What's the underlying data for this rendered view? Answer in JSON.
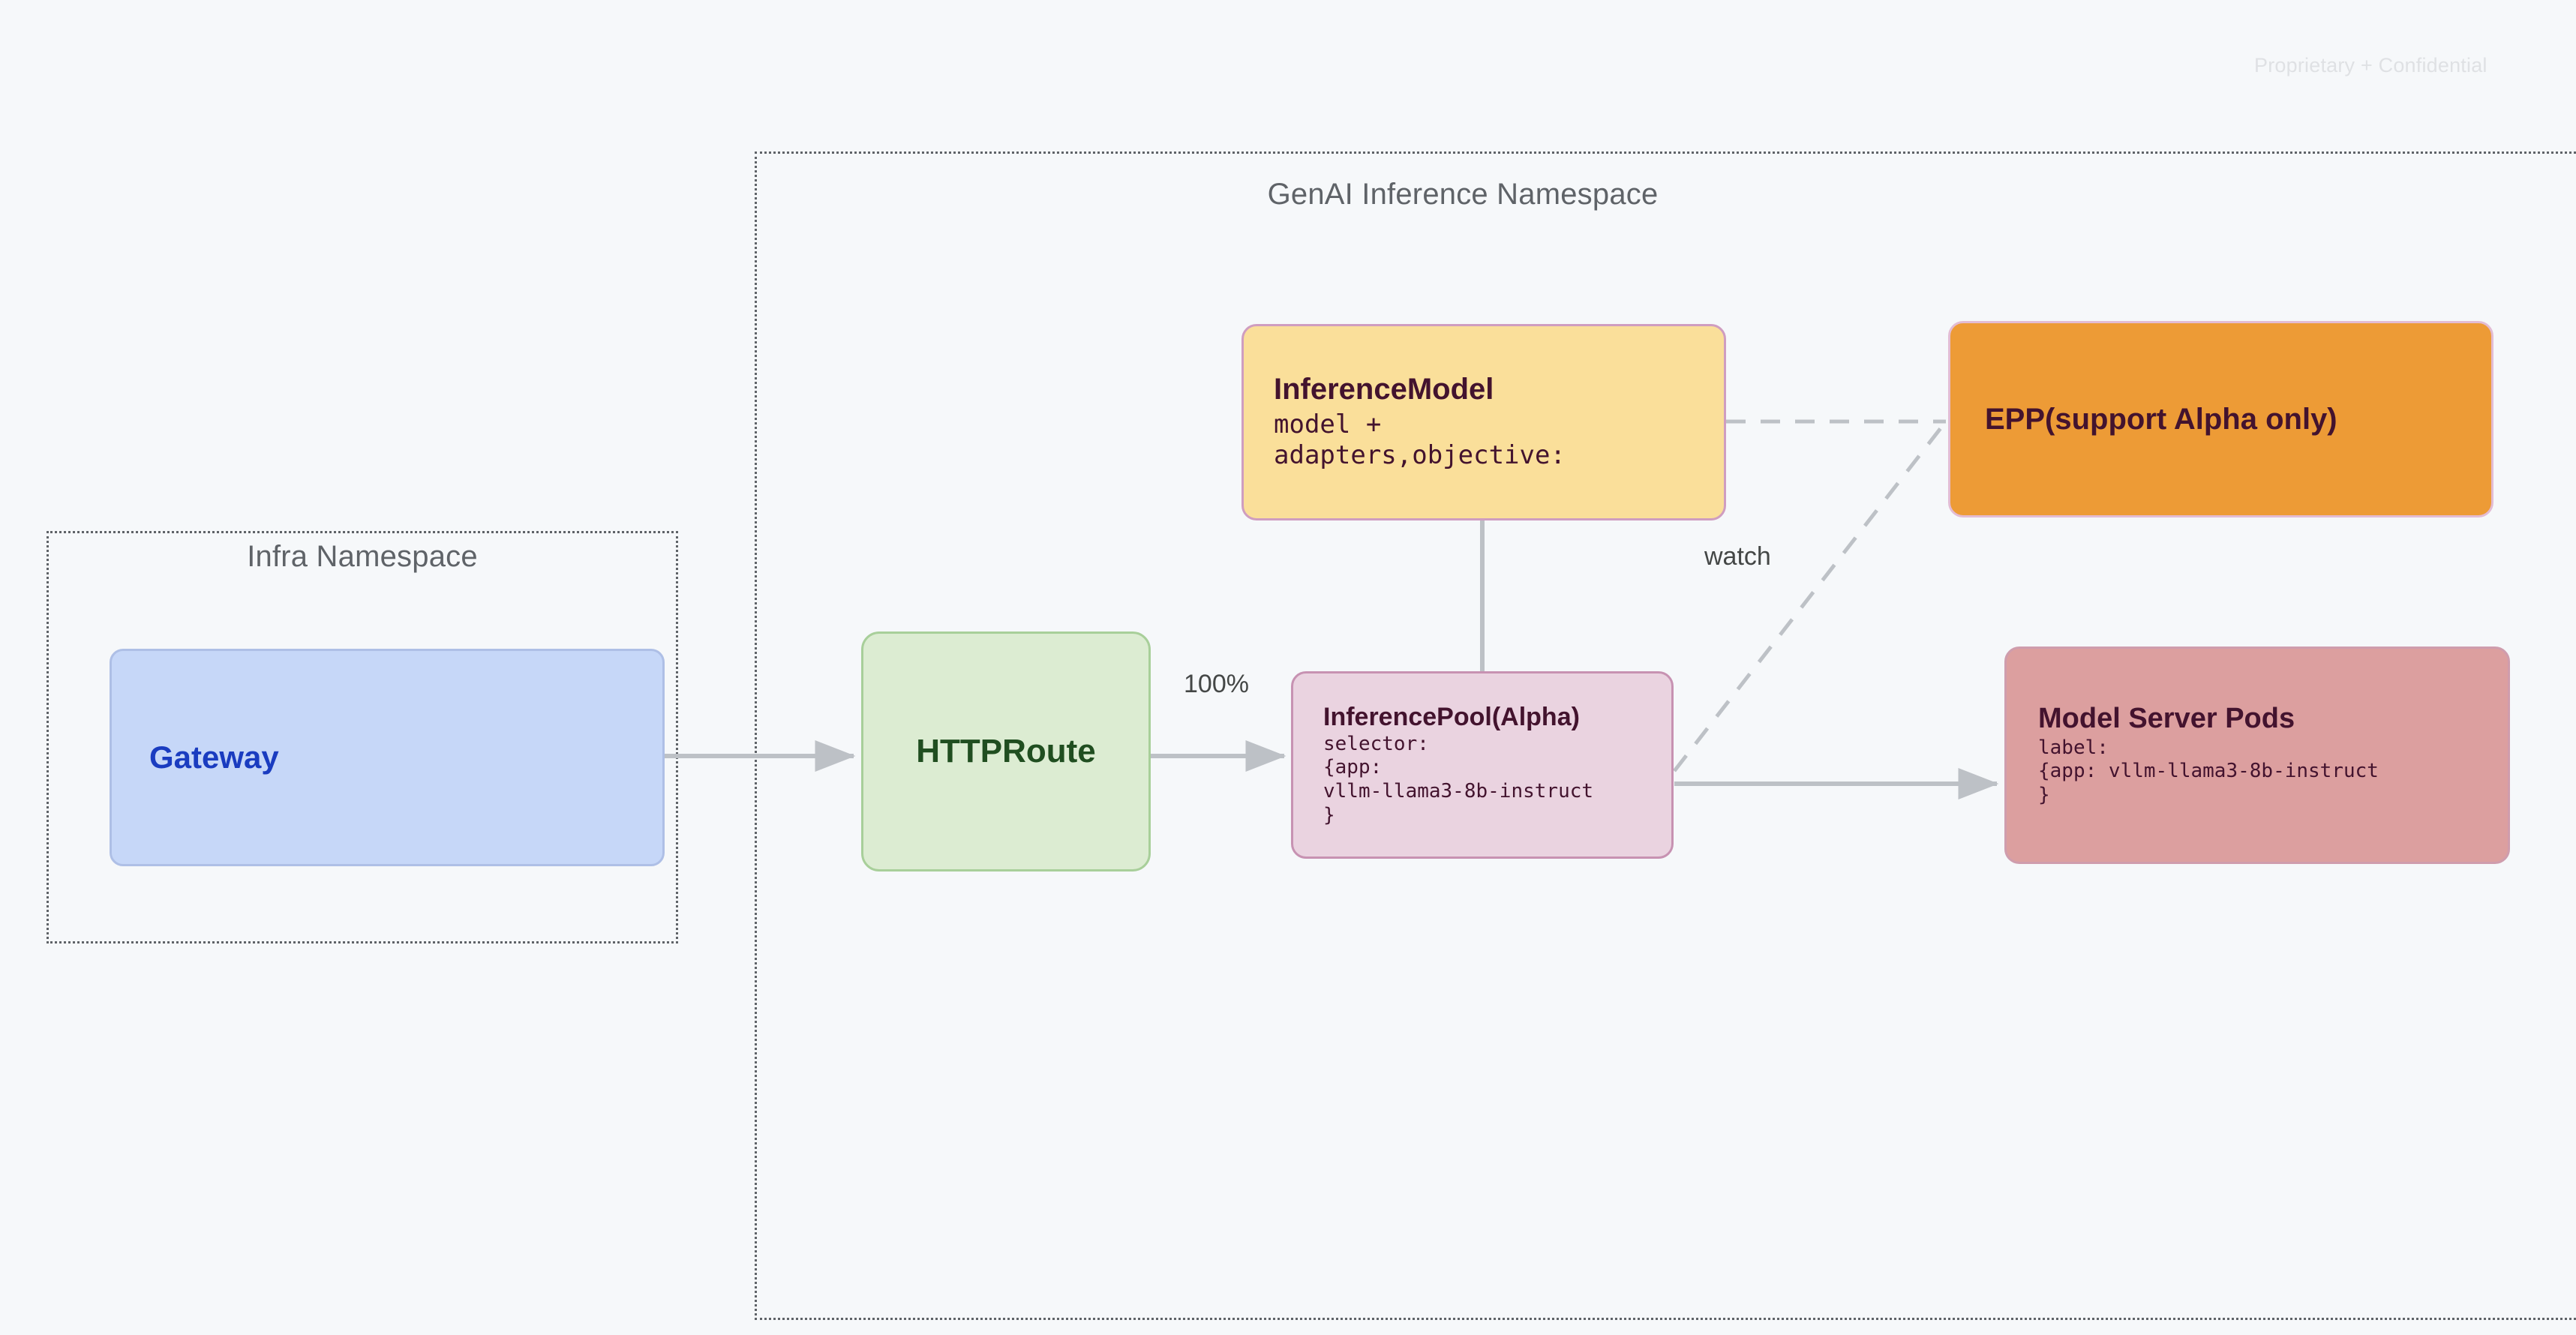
{
  "page": {
    "watermark": "Proprietary + Confidential",
    "background_color": "#f6f8fa"
  },
  "groups": [
    {
      "id": "infra-namespace",
      "title": "Infra Namespace",
      "border_style": "dotted",
      "border_color": "#5f6368"
    },
    {
      "id": "genai-inference-namespace",
      "title": "GenAI Inference Namespace",
      "border_style": "dotted",
      "border_color": "#5f6368"
    }
  ],
  "nodes": {
    "gateway": {
      "title": "Gateway",
      "fill": "#c6d7f8",
      "border": "#aebfe6",
      "text_color": "#1a3cc0"
    },
    "httproute": {
      "title": "HTTPRoute",
      "fill": "#dcecd2",
      "border": "#a8cf9a",
      "text_color": "#204e20"
    },
    "inference_model": {
      "title": "InferenceModel",
      "body": "model +\nadapters,objective:",
      "fill": "#fadf9a",
      "border": "#cf9dc0",
      "text_color": "#43132e"
    },
    "inference_pool": {
      "title": "InferencePool(Alpha)",
      "body": "selector:\n{app:\nvllm-llama3-8b-instruct\n}",
      "fill": "#ead3e0",
      "border": "#c792b2",
      "text_color": "#43132e"
    },
    "epp": {
      "title": "EPP(support Alpha only)",
      "fill": "#ed9b36",
      "border": "#e3bcd3",
      "text_color": "#43132e"
    },
    "model_server_pods": {
      "title": "Model Server Pods",
      "body": "label:\n{app: vllm-llama3-8b-instruct\n}",
      "fill": "#dc9f9f",
      "border": "#cf9dad",
      "text_color": "#43132e"
    }
  },
  "edges": [
    {
      "id": "gateway-to-httproute",
      "from": "gateway",
      "to": "httproute",
      "label": "",
      "style": "solid",
      "arrow": true,
      "color": "#bdc1c6"
    },
    {
      "id": "httproute-to-inferencepool",
      "from": "httproute",
      "to": "inference_pool",
      "label": "100%",
      "style": "solid",
      "arrow": true,
      "color": "#bdc1c6"
    },
    {
      "id": "inferencemodel-to-inferencepool",
      "from": "inference_model",
      "to": "inference_pool",
      "label": "",
      "style": "solid",
      "arrow": false,
      "color": "#bdc1c6"
    },
    {
      "id": "inferencemodel-to-epp",
      "from": "inference_model",
      "to": "epp",
      "label": "",
      "style": "dashed",
      "arrow": false,
      "color": "#bdc1c6"
    },
    {
      "id": "inferencepool-to-epp",
      "from": "inference_pool",
      "to": "epp",
      "label": "watch",
      "style": "dashed",
      "arrow": false,
      "color": "#bdc1c6"
    },
    {
      "id": "inferencepool-to-modelserverpods",
      "from": "inference_pool",
      "to": "model_server_pods",
      "label": "",
      "style": "solid",
      "arrow": true,
      "color": "#bdc1c6"
    }
  ],
  "edge_labels": {
    "traffic_weight": "100%",
    "watch": "watch"
  }
}
